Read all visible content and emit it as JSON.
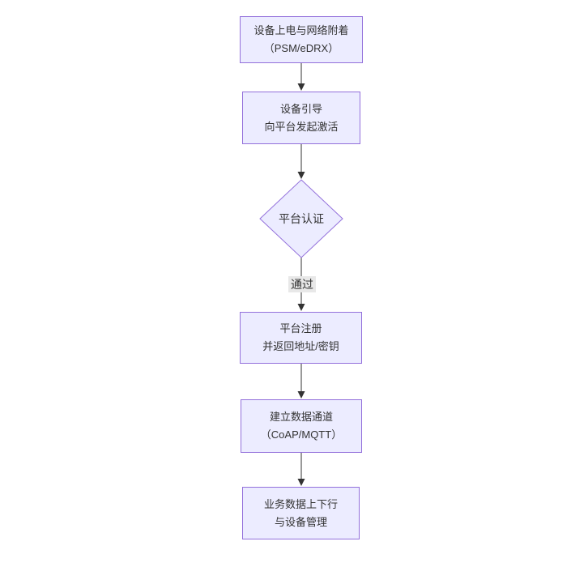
{
  "diagram": {
    "type": "flowchart",
    "direction": "top-down",
    "colors": {
      "background": "#ffffff",
      "node_fill": "#ECECFF",
      "node_border": "#9370DB",
      "edge_color": "#333333",
      "edge_label_background": "#e8e8e8",
      "text_color": "#333333"
    },
    "nodes": [
      {
        "id": "device-power-attach",
        "shape": "rect",
        "lines": [
          "设备上电与网络附着",
          "（PSM/eDRX）"
        ]
      },
      {
        "id": "device-bootstrap",
        "shape": "rect",
        "lines": [
          "设备引导",
          "向平台发起激活"
        ]
      },
      {
        "id": "platform-auth",
        "shape": "diamond",
        "lines": [
          "平台认证"
        ]
      },
      {
        "id": "platform-register",
        "shape": "rect",
        "lines": [
          "平台注册",
          "并返回地址/密钥"
        ]
      },
      {
        "id": "data-channel",
        "shape": "rect",
        "lines": [
          "建立数据通道",
          "（CoAP/MQTT）"
        ]
      },
      {
        "id": "business-data",
        "shape": "rect",
        "lines": [
          "业务数据上下行",
          "与设备管理"
        ]
      }
    ],
    "edges": [
      {
        "from": "device-power-attach",
        "to": "device-bootstrap",
        "label": ""
      },
      {
        "from": "device-bootstrap",
        "to": "platform-auth",
        "label": ""
      },
      {
        "from": "platform-auth",
        "to": "platform-register",
        "label": "通过"
      },
      {
        "from": "platform-register",
        "to": "data-channel",
        "label": ""
      },
      {
        "from": "data-channel",
        "to": "business-data",
        "label": ""
      }
    ]
  }
}
